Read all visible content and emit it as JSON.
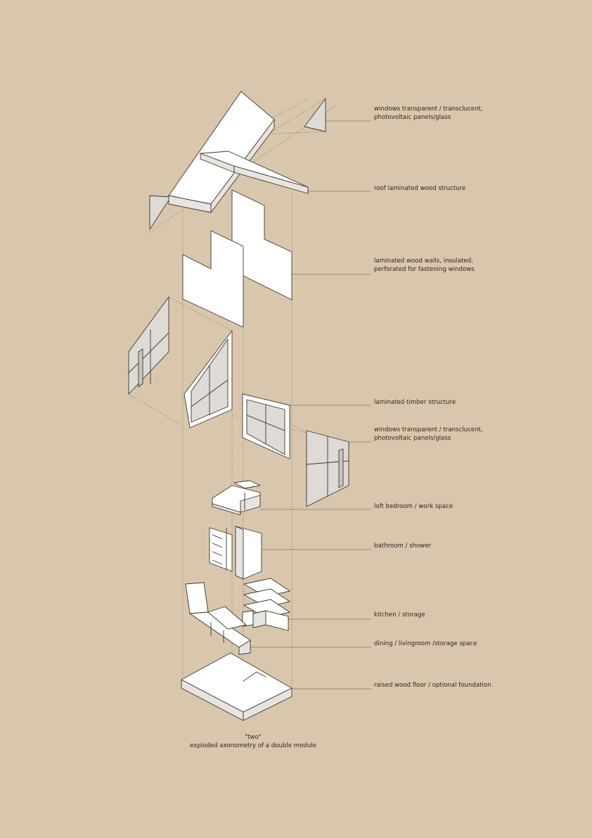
{
  "labels": [
    {
      "lines": [
        "windows transparent / transclucent,",
        "photovoltaic panels/glass"
      ]
    },
    {
      "lines": [
        "roof laminated wood structure"
      ]
    },
    {
      "lines": [
        "laminated wood walls, insulated,",
        "perforated for fastening windows"
      ]
    },
    {
      "lines": [
        "laminated timber structure"
      ]
    },
    {
      "lines": [
        "windows transparent / transclucent,",
        "photovoltaic panels/glass"
      ]
    },
    {
      "lines": [
        "loft bedroom / work space"
      ]
    },
    {
      "lines": [
        "bathroom / shower"
      ]
    },
    {
      "lines": [
        "kitchen / storage"
      ]
    },
    {
      "lines": [
        "dining / livingroom /storage space"
      ]
    },
    {
      "lines": [
        "raised wood floor / optional foundation"
      ]
    }
  ],
  "caption": {
    "title": "\"two\"",
    "subtitle": "exploded axonometry of a double module"
  },
  "colors": {
    "background": "#d9c7ad",
    "panel": "#ffffff",
    "glass": "#dedbd6",
    "line": "#3a3630"
  }
}
